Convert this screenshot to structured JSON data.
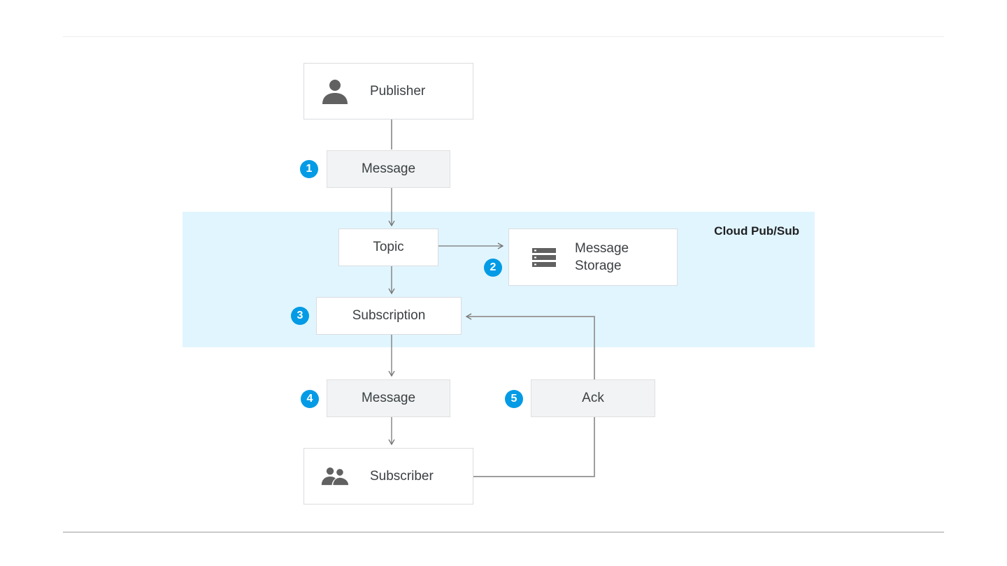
{
  "region": {
    "label": "Cloud Pub/Sub"
  },
  "nodes": {
    "publisher": {
      "label": "Publisher",
      "icon": "person-icon"
    },
    "message_1": {
      "label": "Message"
    },
    "topic": {
      "label": "Topic"
    },
    "storage": {
      "label_line1": "Message",
      "label_line2": "Storage",
      "icon": "storage-icon"
    },
    "subscription": {
      "label": "Subscription"
    },
    "message_2": {
      "label": "Message"
    },
    "ack": {
      "label": "Ack"
    },
    "subscriber": {
      "label": "Subscriber",
      "icon": "people-icon"
    }
  },
  "steps": [
    "1",
    "2",
    "3",
    "4",
    "5"
  ],
  "colors": {
    "badge": "#039be5",
    "region_background": "#e1f5fe",
    "connector": "#757575",
    "grey_box": "#f1f3f4"
  }
}
